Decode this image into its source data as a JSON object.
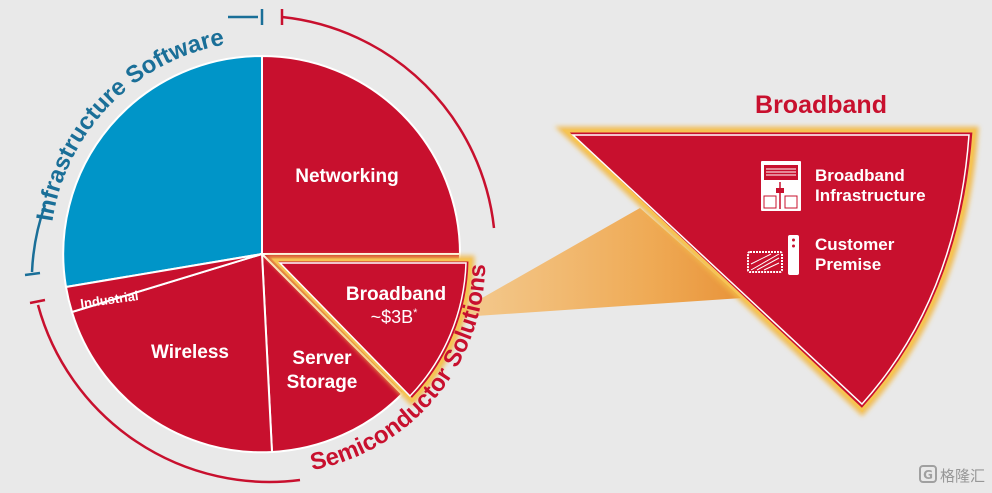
{
  "colors": {
    "background": "#e9e9e9",
    "semiconductor_red": "#c8102e",
    "software_blue": "#0095c8",
    "arc_blue_text": "#1a6f98",
    "highlight_gold": "#f2b94a",
    "slice_border": "#ffffff"
  },
  "segments": {
    "networking": "Networking",
    "broadband_name": "Broadband",
    "broadband_value": "~$3B",
    "broadband_footnote": "*",
    "server_line1": "Server",
    "server_line2": "Storage",
    "wireless": "Wireless",
    "industrial": "Industrial"
  },
  "arcs": {
    "software": "Infrastructure Software",
    "semiconductor": "Semiconductor Solutions"
  },
  "detail": {
    "title": "Broadband",
    "items": [
      {
        "line1": "Broadband",
        "line2": "Infrastructure",
        "icon": "server-cabinet-icon"
      },
      {
        "line1": "Customer",
        "line2": "Premise",
        "icon": "modem-router-icon"
      }
    ]
  },
  "watermark": "格隆汇"
}
